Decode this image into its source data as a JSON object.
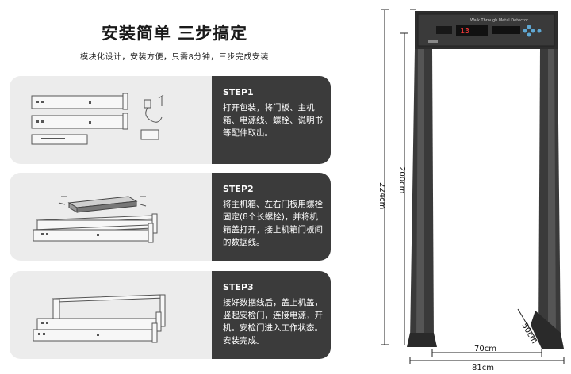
{
  "header": {
    "title": "安装简单 三步搞定",
    "subtitle": "模块化设计，安装方便，只需8分钟，三步完成安装"
  },
  "steps": [
    {
      "heading": "STEP1",
      "body": "打开包装，将门板、主机箱、电源线、螺栓、说明书等配件取出。"
    },
    {
      "heading": "STEP2",
      "body": "将主机箱、左右门板用螺栓固定(8个长螺栓)，并将机箱盖打开，接上机箱门板间的数据线。"
    },
    {
      "heading": "STEP3",
      "body": "接好数据线后，盖上机盖，竖起安检门，连接电源，开机。安检门进入工作状态。安装完成。"
    }
  ],
  "detector": {
    "display_digits": "13",
    "panel_label_en": "Walk Through Metal Detector",
    "dimensions": {
      "total_height": "224cm",
      "inner_height": "200cm",
      "inner_width": "70cm",
      "outer_width": "81cm",
      "depth": "50cm"
    }
  }
}
